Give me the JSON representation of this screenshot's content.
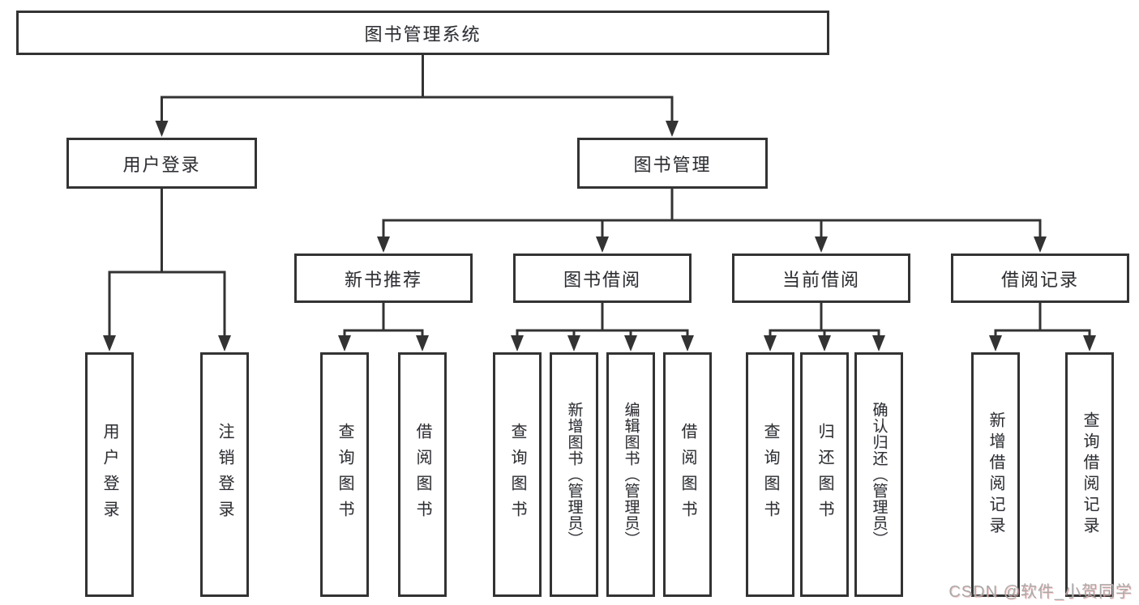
{
  "diagram": {
    "root": {
      "label": "图书管理系统"
    },
    "branches": [
      {
        "label": "用户登录",
        "children": [
          {
            "label": "用户登录"
          },
          {
            "label": "注销登录"
          }
        ]
      },
      {
        "label": "图书管理",
        "children": [
          {
            "label": "新书推荐",
            "children": [
              {
                "label": "查询图书"
              },
              {
                "label": "借阅图书"
              }
            ]
          },
          {
            "label": "图书借阅",
            "children": [
              {
                "label": "查询图书"
              },
              {
                "label": "新增图书（管理员）"
              },
              {
                "label": "编辑图书（管理员）"
              },
              {
                "label": "借阅图书"
              }
            ]
          },
          {
            "label": "当前借阅",
            "children": [
              {
                "label": "查询图书"
              },
              {
                "label": "归还图书"
              },
              {
                "label": "确认归还（管理员）"
              }
            ]
          },
          {
            "label": "借阅记录",
            "children": [
              {
                "label": "新增借阅记录"
              },
              {
                "label": "查询借阅记录"
              }
            ]
          }
        ]
      }
    ]
  },
  "watermark": {
    "text": "CSDN @软件_小贺同学"
  },
  "colors": {
    "line": "#333333",
    "text": "#2f2f2f",
    "watermark": "#a9a9a9"
  }
}
